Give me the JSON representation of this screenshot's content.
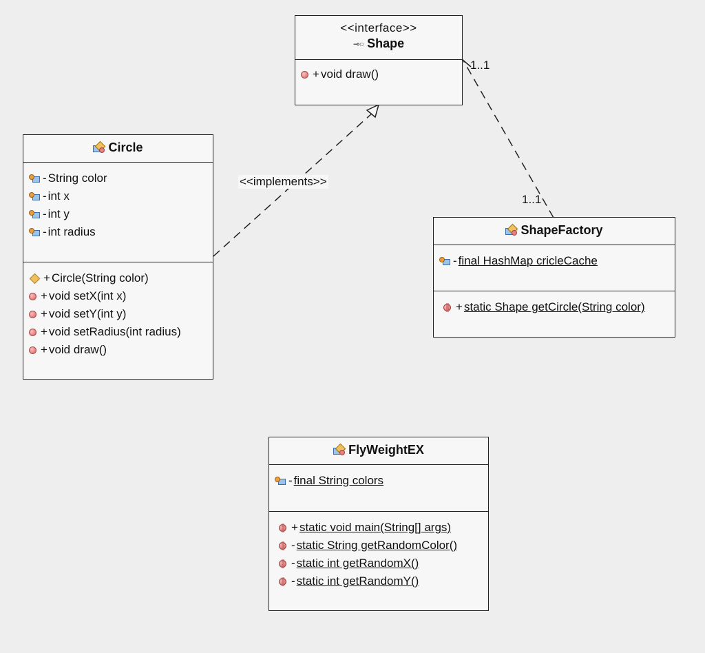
{
  "shape": {
    "stereotype": "<<interface>>",
    "name": "Shape",
    "methods": [
      {
        "vis": "+",
        "text": "void draw()"
      }
    ]
  },
  "circle": {
    "name": "Circle",
    "fields": [
      {
        "vis": "-",
        "text": "String color"
      },
      {
        "vis": "-",
        "text": "int x"
      },
      {
        "vis": "-",
        "text": "int y"
      },
      {
        "vis": "-",
        "text": "int radius"
      }
    ],
    "methods": [
      {
        "vis": "+",
        "text": "Circle(String color)",
        "icon": "constructor-icon"
      },
      {
        "vis": "+",
        "text": "void setX(int x)",
        "icon": "method-icon"
      },
      {
        "vis": "+",
        "text": "void setY(int y)",
        "icon": "method-icon"
      },
      {
        "vis": "+",
        "text": "void setRadius(int radius)",
        "icon": "method-icon"
      },
      {
        "vis": "+",
        "text": "void draw()",
        "icon": "method-icon"
      }
    ]
  },
  "shapefactory": {
    "name": "ShapeFactory",
    "fields": [
      {
        "vis": "-",
        "text": "final HashMap cricleCache"
      }
    ],
    "methods": [
      {
        "vis": "+",
        "text": "static Shape getCircle(String color)"
      }
    ]
  },
  "flyweight": {
    "name": "FlyWeightEX",
    "fields": [
      {
        "vis": "-",
        "text": "final String colors"
      }
    ],
    "methods": [
      {
        "vis": "+",
        "text": "static void main(String[] args)"
      },
      {
        "vis": "-",
        "text": "static String getRandomColor()"
      },
      {
        "vis": "-",
        "text": "static int getRandomX()"
      },
      {
        "vis": "-",
        "text": "static int getRandomY()"
      }
    ]
  },
  "relations": {
    "implements_label": "<<implements>>",
    "mult_shape_end": "1..1",
    "mult_factory_end": "1..1"
  }
}
